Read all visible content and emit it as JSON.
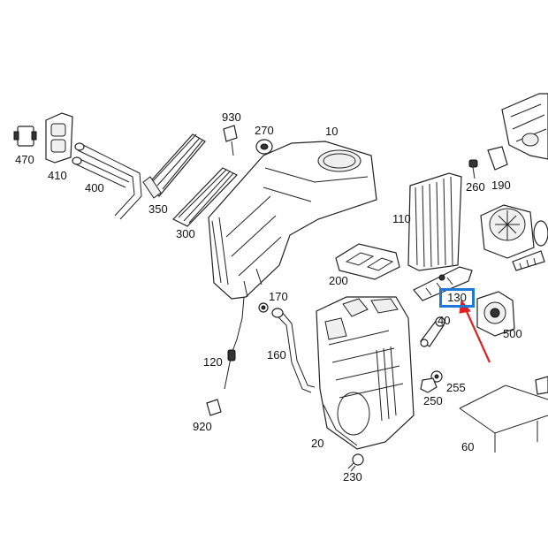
{
  "highlight": {
    "part_number": "130",
    "box_color": "#1f78d6",
    "arrow_color": "#e02020"
  },
  "labels": {
    "p470": "470",
    "p410": "410",
    "p400": "400",
    "p350": "350",
    "p300": "300",
    "p930": "930",
    "p270": "270",
    "p10": "10",
    "p110": "110",
    "p260": "260",
    "p190": "190",
    "p200": "200",
    "p170": "170",
    "p160": "160",
    "p120": "120",
    "p920": "920",
    "p40": "40",
    "p500": "500",
    "p255": "255",
    "p250": "250",
    "p60": "60",
    "p20": "20",
    "p230": "230"
  }
}
